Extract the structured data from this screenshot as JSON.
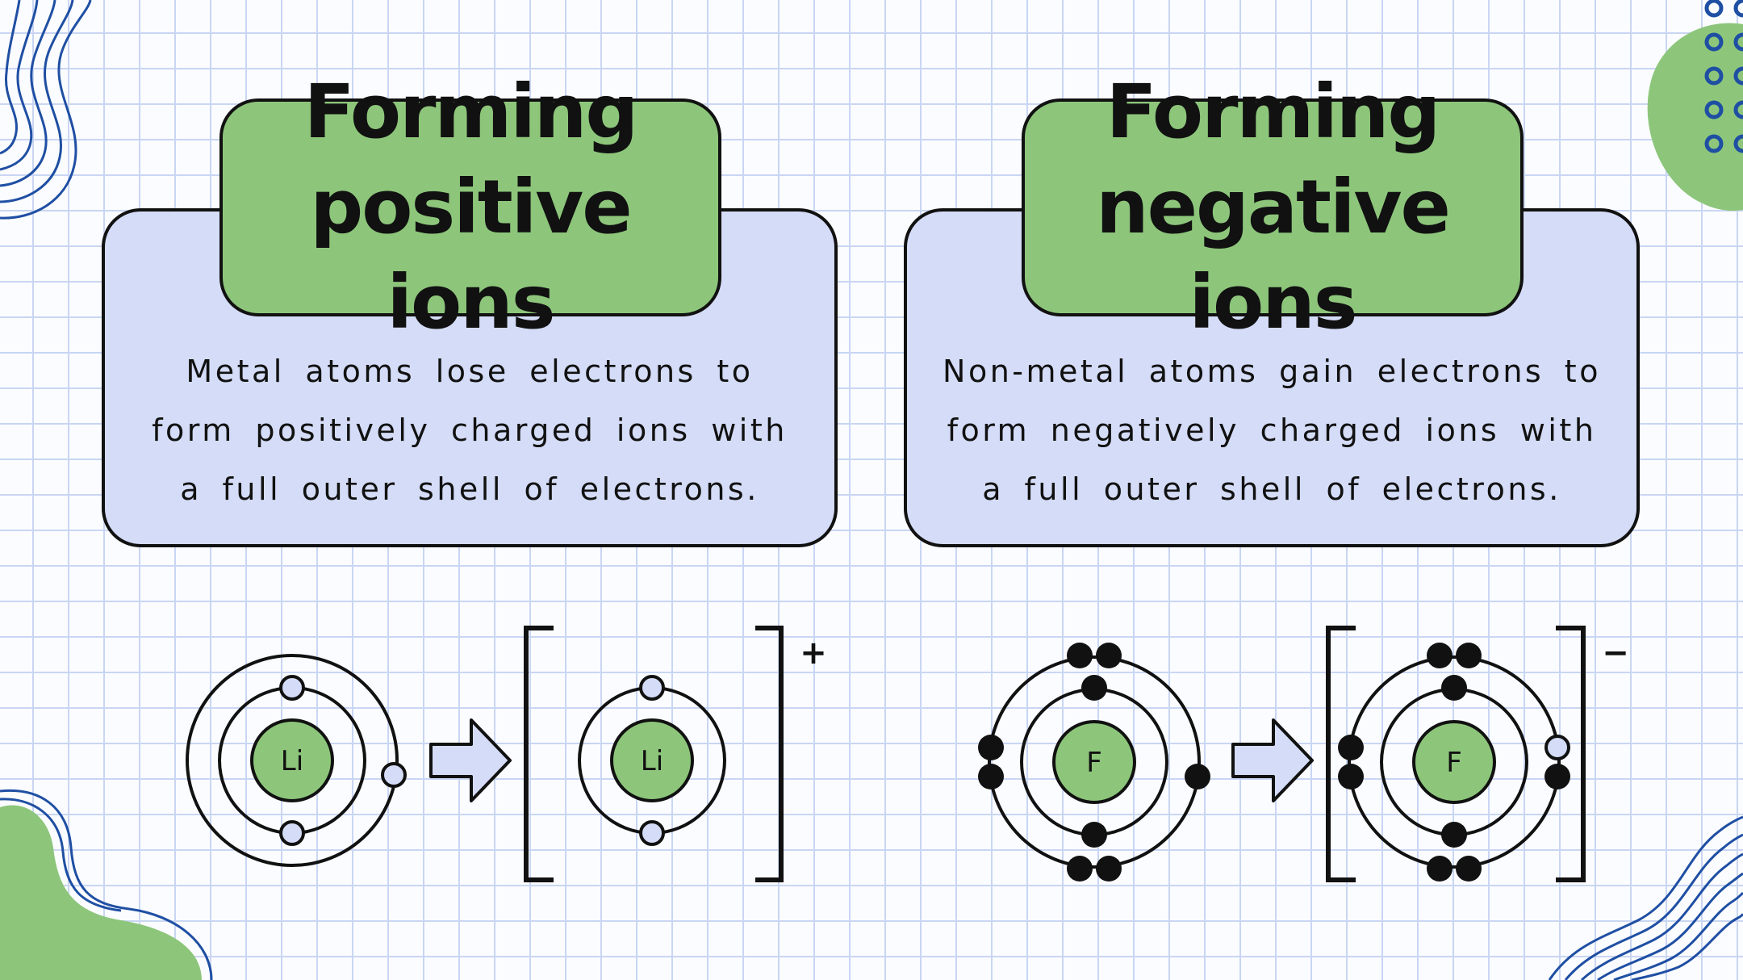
{
  "left": {
    "title_line1": "Forming",
    "title_line2": "positive ions",
    "description": "Metal atoms lose electrons to form positively charged ions with a full outer shell of electrons.",
    "atom_symbol": "Li",
    "ion_symbol": "Li",
    "ion_charge": "+"
  },
  "right": {
    "title_line1": "Forming",
    "title_line2": "negative ions",
    "description": "Non-metal atoms gain electrons to form negatively charged ions with a full outer shell of electrons.",
    "atom_symbol": "F",
    "ion_symbol": "F",
    "ion_charge": "−"
  },
  "colors": {
    "panel": "#d4dcf7",
    "title": "#8dc67b",
    "nucleus": "#8dc67b",
    "electron_lost": "#d4dcf7",
    "electron": "#111111",
    "accent_blue": "#1f4fa3",
    "grid": "#c9d6f3"
  },
  "icons": [
    "arrow-right-icon",
    "bracket-left-icon",
    "bracket-right-icon"
  ]
}
